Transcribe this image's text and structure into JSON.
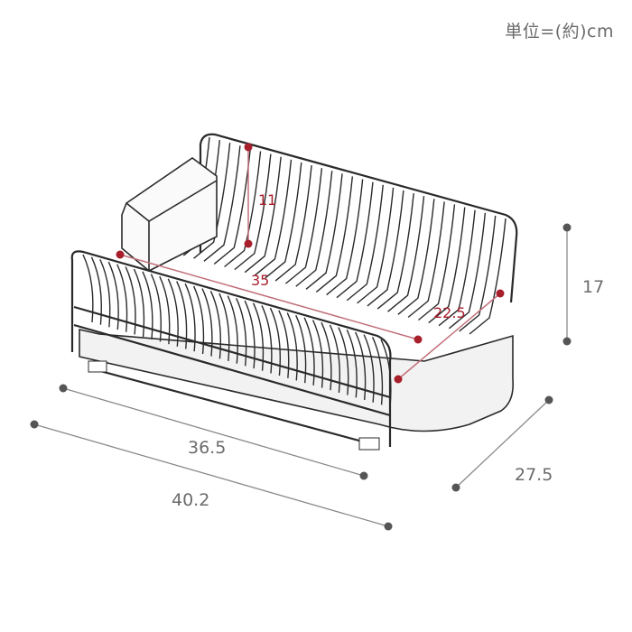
{
  "unit_label": "単位=(約)cm",
  "dimensions": {
    "inner_height": "11",
    "inner_width": "35",
    "inner_depth": "22.5",
    "height": "17",
    "depth": "27.5",
    "base_width": "36.5",
    "overall_width": "40.2"
  },
  "colors": {
    "accent": "#a81f2c",
    "dimension_line": "#8a8a8a",
    "dot": "#555555"
  }
}
